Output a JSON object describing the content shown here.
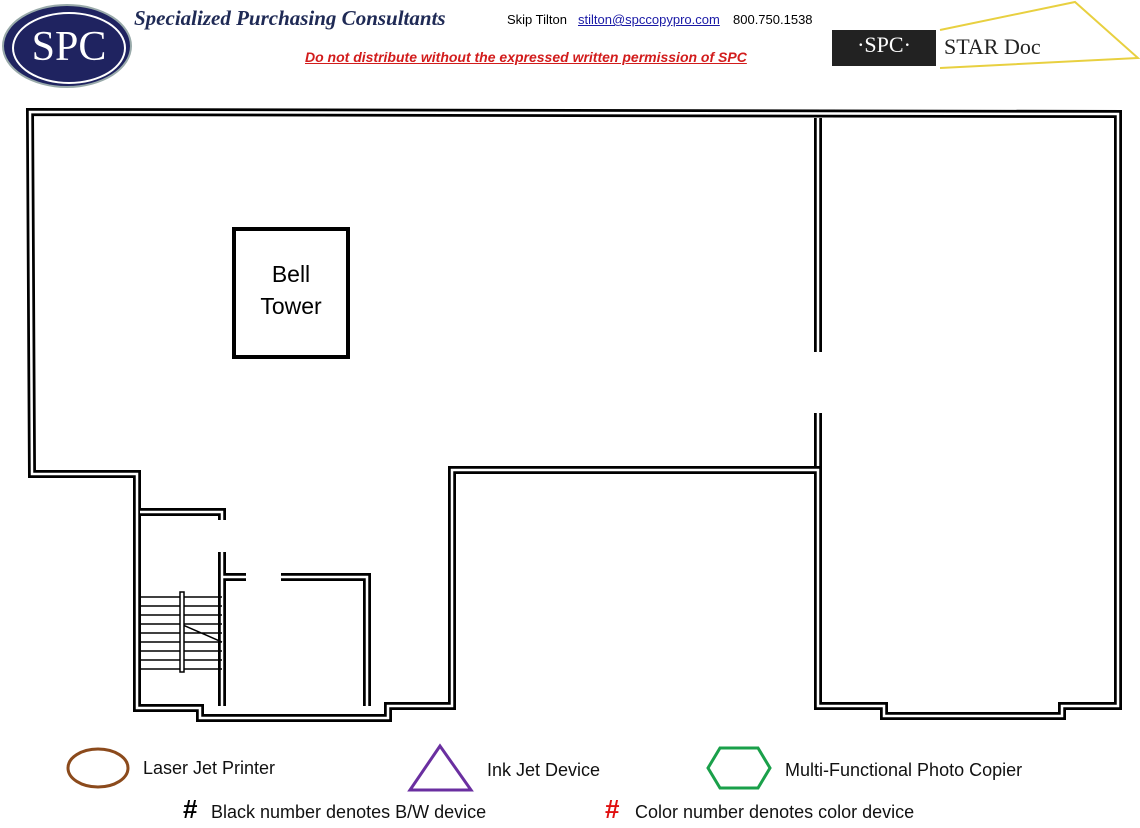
{
  "header": {
    "logo_text": "SPC",
    "company": "Specialized Purchasing Consultants",
    "contact_name": "Skip Tilton",
    "contact_email": "stilton@spccopypro.com",
    "contact_phone": "800.750.1538",
    "warning": "Do not distribute without the expressed written permission of SPC",
    "star_logo": "·SPC·",
    "star_title": "STAR Doc"
  },
  "plan": {
    "bell_tower_line1": "Bell",
    "bell_tower_line2": "Tower"
  },
  "legend": {
    "laser": "Laser Jet Printer",
    "inkjet": "Ink Jet Device",
    "mfp": "Multi-Functional Photo Copier",
    "hash": "#",
    "bw_note": "Black number denotes B/W device",
    "color_note": "Color number denotes color device",
    "colors": {
      "laser": "#8b4a1c",
      "inkjet": "#6a2fa0",
      "mfp": "#1aa04a",
      "color_hash": "#e01010"
    }
  }
}
